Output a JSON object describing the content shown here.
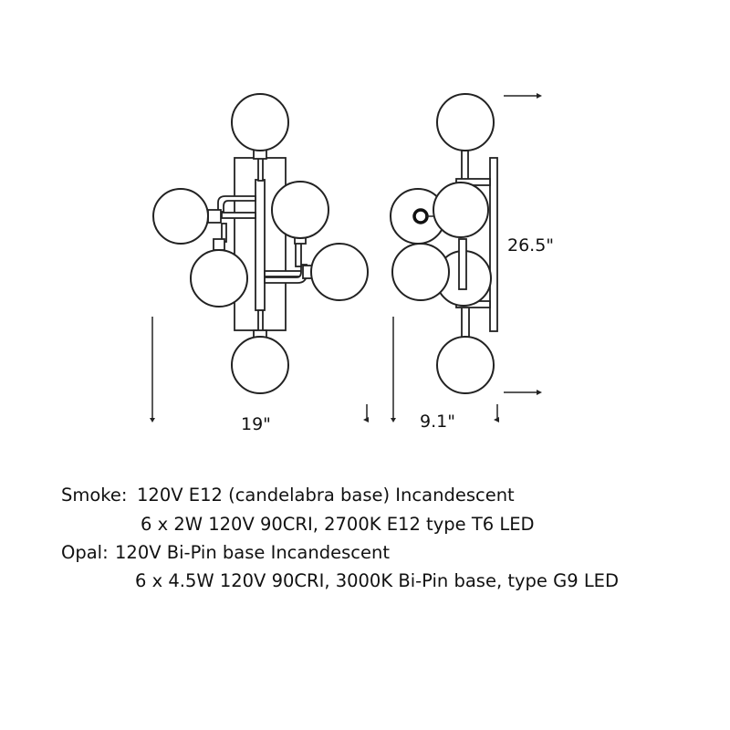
{
  "dimensions": {
    "width": "19\"",
    "depth": "9.1\"",
    "height": "26.5\""
  },
  "specs": [
    {
      "label": "Smoke:",
      "line1": "120V E12 (candelabra base) Incandescent",
      "line2": "6 x 2W 120V 90CRI, 2700K E12 type T6 LED"
    },
    {
      "label": "Opal:",
      "line1": "120V Bi-Pin base Incandescent",
      "line2": "6 x 4.5W 120V 90CRI, 3000K Bi-Pin base, type G9 LED"
    }
  ]
}
